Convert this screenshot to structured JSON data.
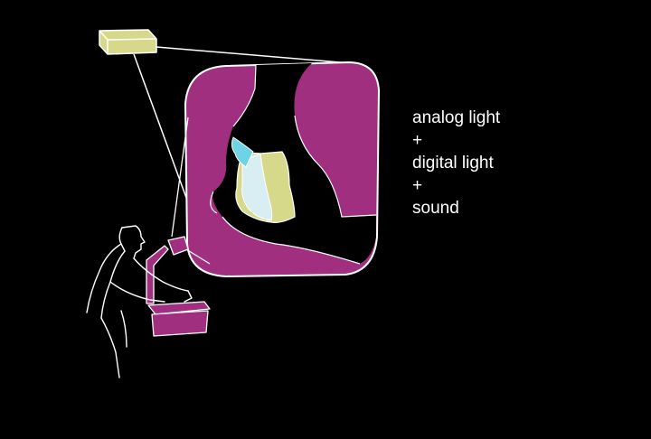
{
  "caption": {
    "lines": [
      "analog light",
      "+",
      "digital light",
      "+",
      "sound"
    ]
  },
  "colors": {
    "background": "#000000",
    "magenta": "#a0307f",
    "pale_yellow": "#d7d98a",
    "cyan": "#6fd3e6",
    "pale_blue": "#d8eef2",
    "line": "#ffffff"
  },
  "icons": [
    "digital-projector-icon",
    "overhead-projector-icon",
    "performer-silhouette-icon",
    "projection-screen-icon"
  ]
}
